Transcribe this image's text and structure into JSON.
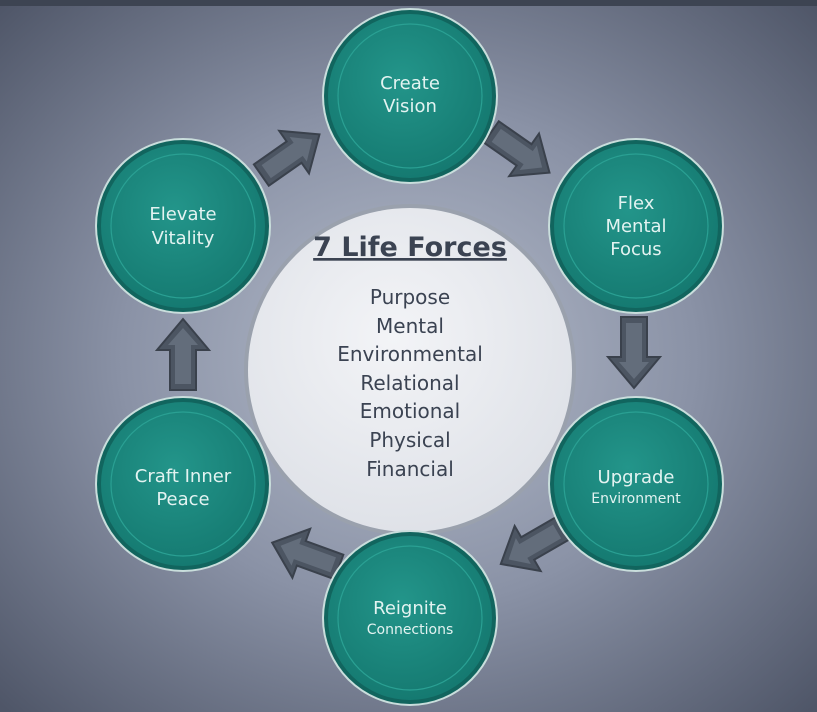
{
  "diagram": {
    "title": "7 Life Forces",
    "life_forces": [
      "Purpose",
      "Mental",
      "Environmental",
      "Relational",
      "Emotional",
      "Physical",
      "Financial"
    ],
    "cycle": [
      {
        "lines": [
          "Create",
          "Vision"
        ]
      },
      {
        "lines": [
          "Flex",
          "Mental",
          "Focus"
        ]
      },
      {
        "lines": [
          "Upgrade",
          "Environment"
        ]
      },
      {
        "lines": [
          "Reignite",
          "Connections"
        ]
      },
      {
        "lines": [
          "Craft Inner",
          "Peace"
        ]
      },
      {
        "lines": [
          "Elevate",
          "Vitality"
        ]
      }
    ],
    "colors": {
      "node": "#1e8a80",
      "arrow": "#56606e",
      "center": "#eceef3",
      "background": "#5d6578"
    }
  }
}
